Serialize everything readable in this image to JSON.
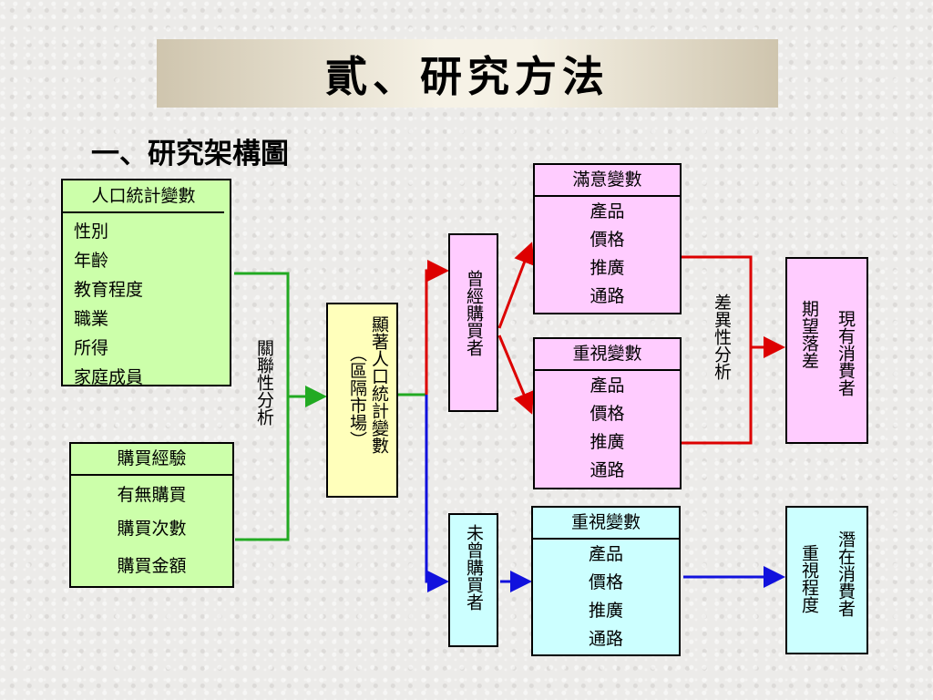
{
  "title": "貳、研究方法",
  "subtitle": "一、研究架構圖",
  "demographics": {
    "header": "人口統計變數",
    "items": [
      "性別",
      "年齡",
      "教育程度",
      "職業",
      "所得",
      "家庭成員"
    ]
  },
  "purchase_experience": {
    "header": "購買經驗",
    "items": [
      "有無購買",
      "購買次數",
      "購買金額"
    ]
  },
  "correlation_label": "關聯性分析",
  "significant_box": {
    "line1": "顯著人口統計變數",
    "line2": "（區隔市場）"
  },
  "buyers": "曾經購買者",
  "non_buyers": "未曾購買者",
  "satisfaction": {
    "header": "滿意變數",
    "items": [
      "產品",
      "價格",
      "推廣",
      "通路"
    ]
  },
  "importance_buyers": {
    "header": "重視變數",
    "items": [
      "產品",
      "價格",
      "推廣",
      "通路"
    ]
  },
  "importance_non": {
    "header": "重視變數",
    "items": [
      "產品",
      "價格",
      "推廣",
      "通路"
    ]
  },
  "difference_label": "差異性分析",
  "current_consumers": {
    "line1": "現有消費者",
    "line2": "期望落差"
  },
  "potential_consumers": {
    "line1": "潛在消費者",
    "line2": "重視程度"
  },
  "colors": {
    "green_line": "#22aa22",
    "red_line": "#dd0000",
    "blue_line": "#1111dd"
  }
}
